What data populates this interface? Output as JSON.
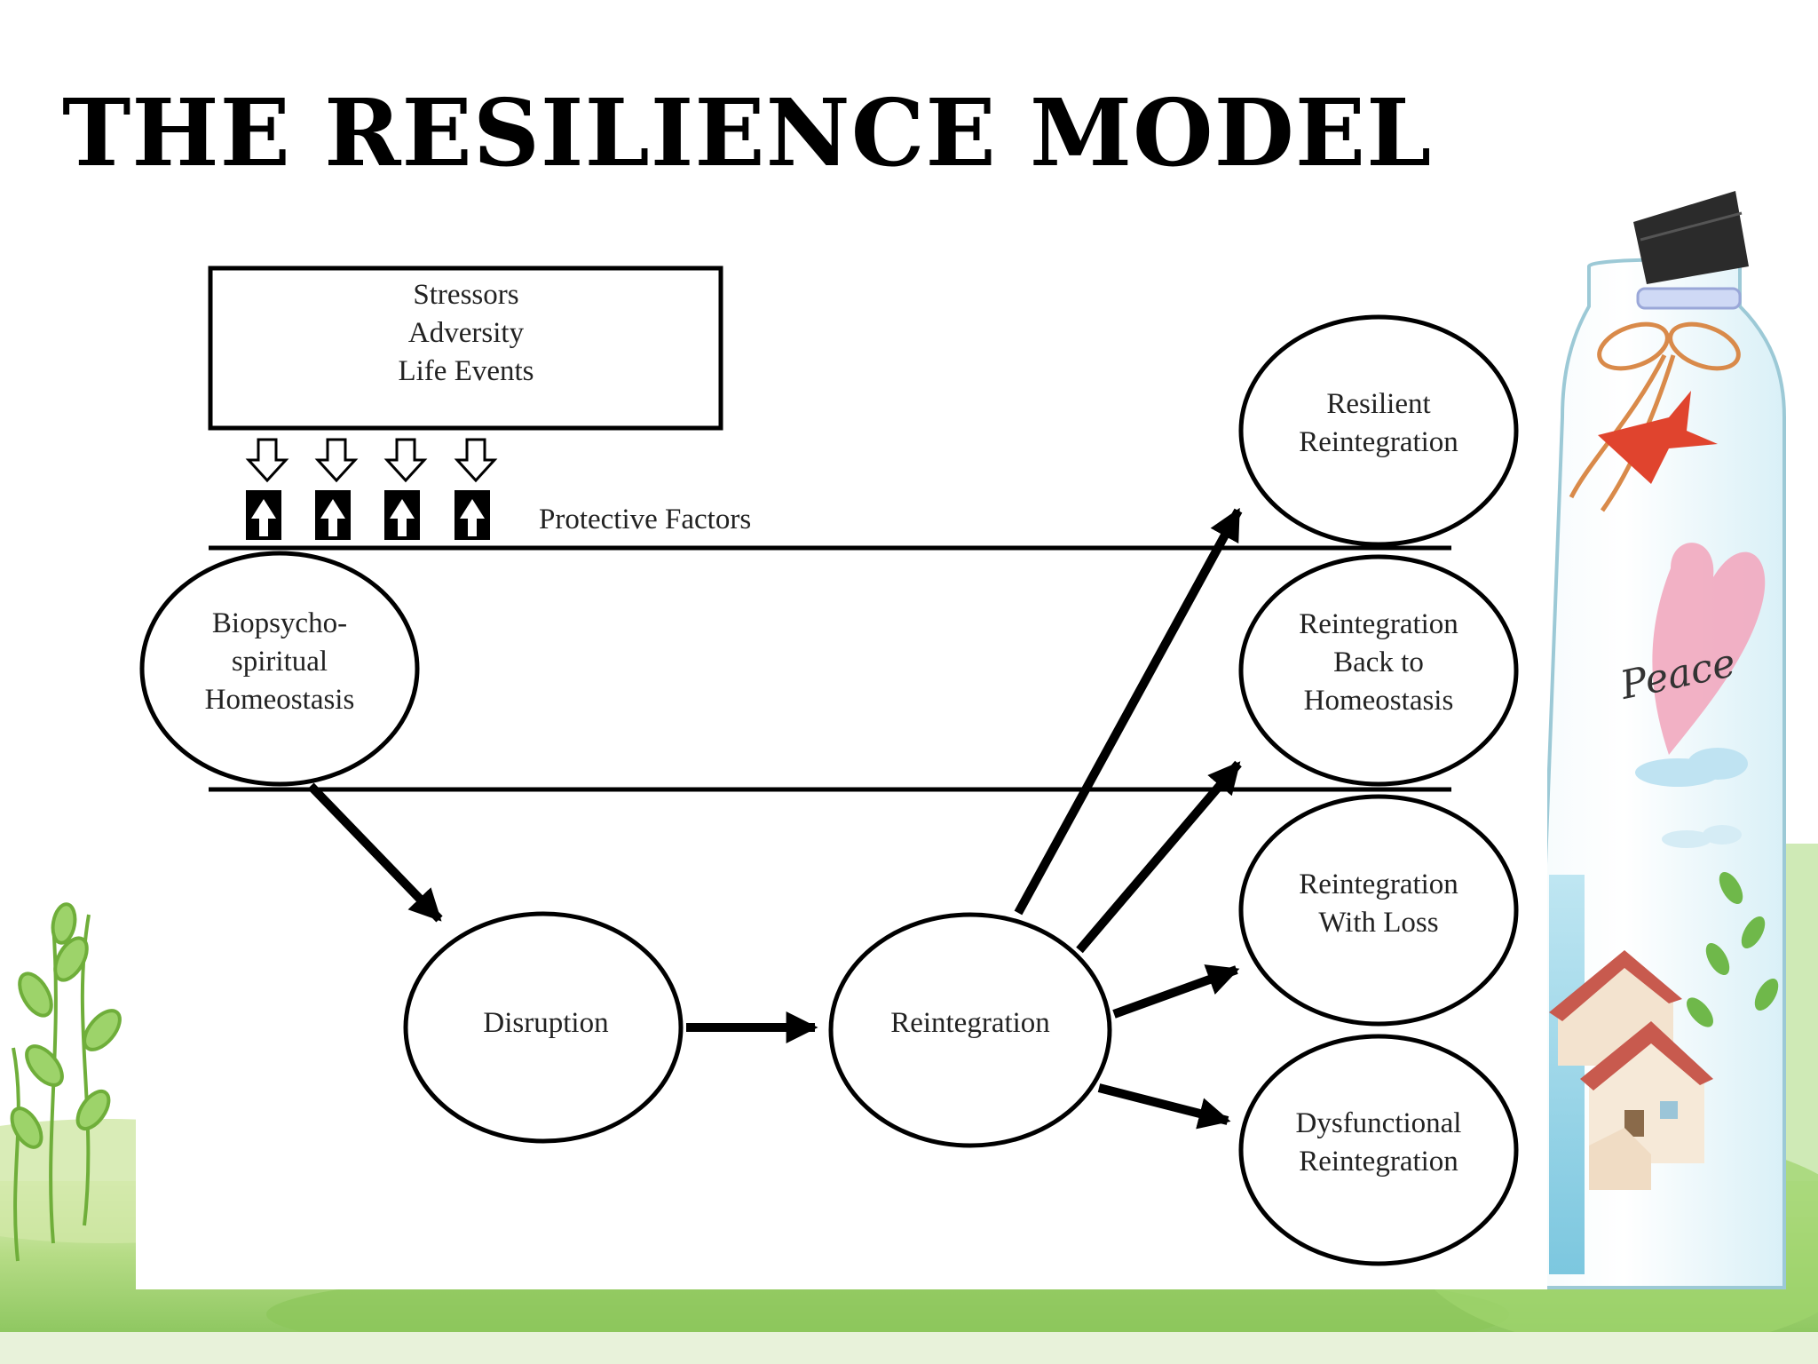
{
  "slide": {
    "title": "The Resilience Model"
  },
  "diagram": {
    "stressor_box": {
      "lines": [
        "Stressors",
        "Adversity",
        "Life Events"
      ]
    },
    "protective_factors_label": "Protective Factors",
    "nodes": {
      "homeostasis": [
        "Biopsycho-",
        "spiritual",
        "Homeostasis"
      ],
      "disruption": [
        "Disruption"
      ],
      "reintegration": [
        "Reintegration"
      ]
    },
    "outcomes": [
      {
        "lines": [
          "Resilient",
          "Reintegration"
        ]
      },
      {
        "lines": [
          "Reintegration",
          "Back to",
          "Homeostasis"
        ]
      },
      {
        "lines": [
          "Reintegration",
          "With Loss"
        ]
      },
      {
        "lines": [
          "Dysfunctional",
          "Reintegration"
        ]
      }
    ]
  },
  "decoration": {
    "bottle_label": "Peace",
    "colors": {
      "grass": "#9fcf6a",
      "sky_blue": "#bfe6f2",
      "heart_pink": "#f2a9bf",
      "roof_red": "#c85a4e"
    }
  }
}
